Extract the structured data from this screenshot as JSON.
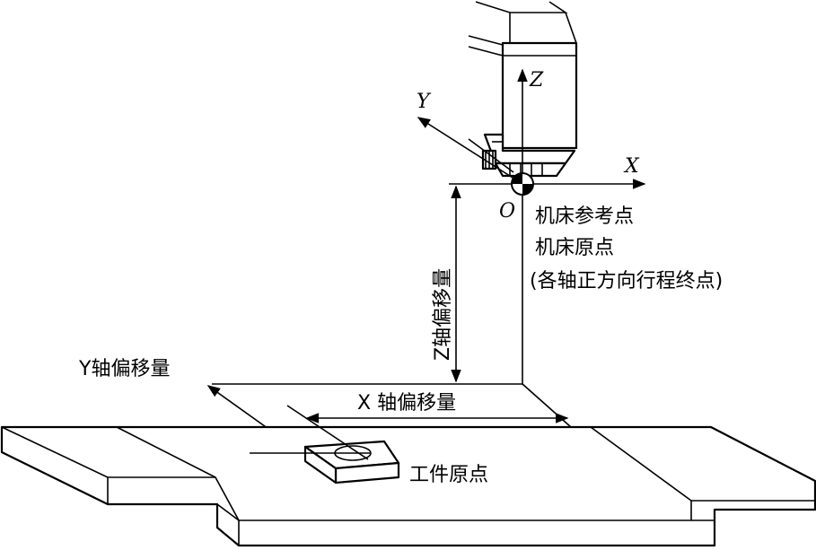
{
  "labels": {
    "axis_z": "Z",
    "axis_y": "Y",
    "axis_x": "X",
    "origin": "O",
    "machine_ref_point": "机床参考点",
    "machine_origin": "机床原点",
    "travel_end_note": "(各轴正方向行程终点)",
    "z_offset": "Z轴偏移量",
    "y_offset": "Y轴偏移量",
    "x_offset": "X 轴偏移量",
    "workpiece_origin": "工件原点"
  }
}
